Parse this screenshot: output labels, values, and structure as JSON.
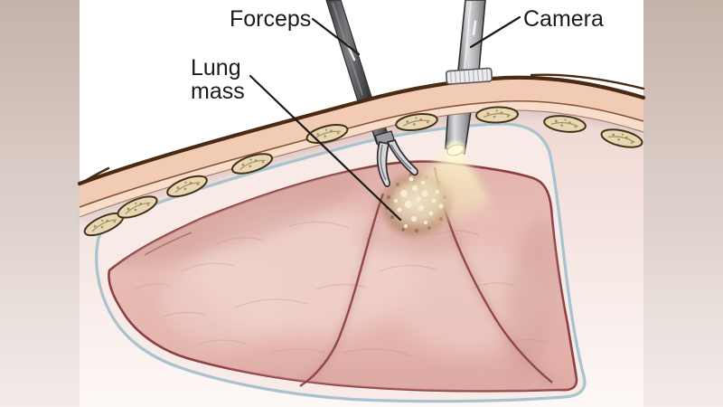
{
  "figure": {
    "labels": {
      "forceps": "Forceps",
      "camera": "Camera",
      "lung_mass": "Lung mass"
    },
    "colors": {
      "frame_top": "#c6b3aa",
      "frame_bottom": "#f3ecea",
      "canvas": "#ffffff",
      "cavity_top": "#f0d9d4",
      "cavity_bottom": "#fdf8f6",
      "skin": "#f2cbb5",
      "skin_inner": "#f8ddcb",
      "skin_outline": "#4a2a12",
      "skin_line": "#7b4526",
      "rib_fill": "#e7d7b4",
      "rib_outline": "#463115",
      "rib_speckle": "#a88d5e",
      "pleura": "#a9c2cf",
      "sac_fill": "#f8ebe7",
      "lung_outline": "#8d3e43",
      "lung_texture": "#c9948d",
      "mass_edge": "#b78b6e",
      "forceps_dark": "#4f4f52",
      "metal_light": "#d9d9db",
      "metal_dark": "#2e2e31",
      "collar": "#ececee",
      "beam": "#f7efc0",
      "beam_bright": "#fdf8d8",
      "label_text": "#1a1a1a",
      "leader_line": "#1a1a1a"
    }
  }
}
